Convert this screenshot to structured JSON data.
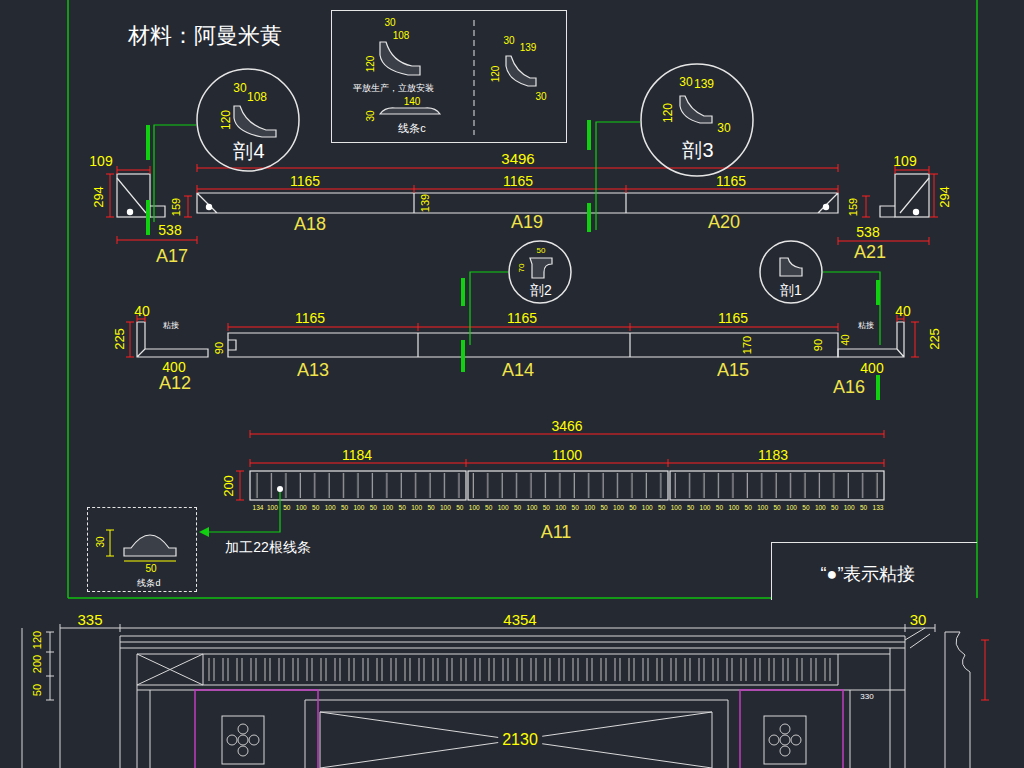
{
  "diagram": {
    "title": "材料：阿曼米黄",
    "nodes": [
      {
        "text": [
          "30",
          "108",
          "120",
          "剖4"
        ]
      },
      {
        "text": [
          "30",
          "108",
          "120",
          "平放生产，立放安装",
          "140",
          "30",
          "线条c",
          "30",
          "139",
          "120",
          "30"
        ]
      },
      {
        "text": [
          "30",
          "139",
          "120",
          "30",
          "剖3"
        ]
      },
      {
        "text": [
          "50",
          "70",
          "剖2"
        ]
      },
      {
        "text": [
          "剖1"
        ]
      },
      {
        "text": [
          "30",
          "50",
          "线条d"
        ]
      },
      {
        "text": [
          "“●”表示粘接"
        ]
      }
    ],
    "labels": [
      "109",
      "294",
      "159",
      "538",
      "A17",
      "3496",
      "1165",
      "1165",
      "1165",
      "139",
      "A18",
      "A19",
      "A20",
      "109",
      "294",
      "159",
      "538",
      "A21",
      "40",
      "225",
      "粘接",
      "90",
      "400",
      "A12",
      "1165",
      "1165",
      "1165",
      "A13",
      "A14",
      "A15",
      "170",
      "90",
      "粘接",
      "40",
      "225",
      "40",
      "400",
      "A16",
      "3466",
      "1184",
      "1100",
      "1183",
      "200",
      "134",
      "100",
      "50",
      "100",
      "50",
      "100",
      "50",
      "100",
      "50",
      "100",
      "50",
      "100",
      "50",
      "100",
      "50",
      "100",
      "50",
      "100",
      "50",
      "100",
      "50",
      "100",
      "50",
      "100",
      "50",
      "100",
      "50",
      "100",
      "50",
      "100",
      "50",
      "100",
      "50",
      "100",
      "50",
      "100",
      "50",
      "100",
      "50",
      "100",
      "50",
      "100",
      "50",
      "133",
      "A11",
      "加工22根线条",
      "335",
      "4354",
      "30",
      "50",
      "200",
      "120",
      "330",
      "2130"
    ]
  }
}
